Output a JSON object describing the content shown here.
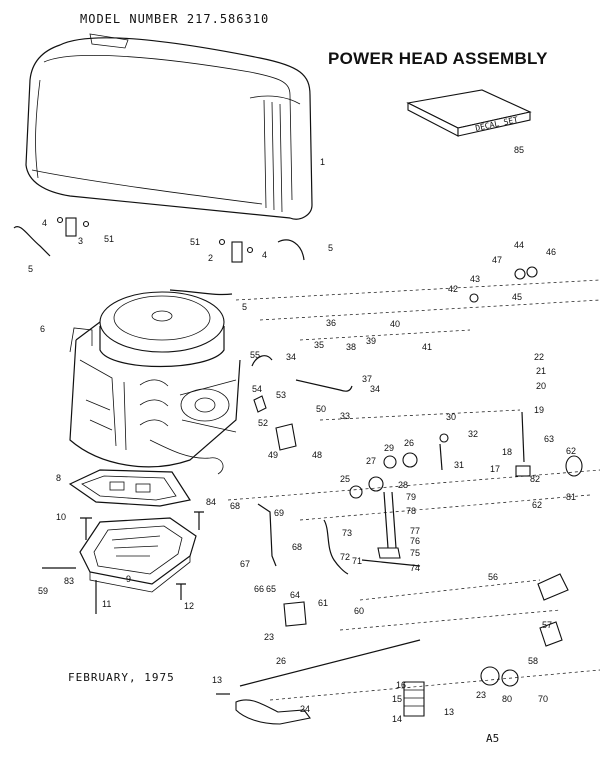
{
  "header": {
    "model_number": "MODEL NUMBER 217.586310",
    "title": "POWER HEAD ASSEMBLY",
    "date": "FEBRUARY, 1975",
    "page_code": "A5"
  },
  "decal_set": {
    "label": "DECAL SET",
    "part_number": "85"
  },
  "callouts": [
    "1",
    "2",
    "3",
    "4",
    "4",
    "5",
    "5",
    "5",
    "51",
    "51",
    "6",
    "8",
    "9",
    "10",
    "11",
    "12",
    "13",
    "13",
    "14",
    "15",
    "16",
    "17",
    "18",
    "19",
    "20",
    "21",
    "22",
    "23",
    "23",
    "24",
    "25",
    "26",
    "26",
    "27",
    "28",
    "29",
    "30",
    "31",
    "32",
    "33",
    "34",
    "34",
    "35",
    "36",
    "37",
    "38",
    "39",
    "40",
    "41",
    "42",
    "43",
    "44",
    "45",
    "46",
    "47",
    "48",
    "49",
    "50",
    "52",
    "53",
    "54",
    "55",
    "56",
    "57",
    "58",
    "59",
    "60",
    "61",
    "62",
    "62",
    "63",
    "64",
    "65",
    "66",
    "67",
    "68",
    "68",
    "69",
    "70",
    "71",
    "72",
    "73",
    "74",
    "75",
    "76",
    "77",
    "78",
    "79",
    "80",
    "81",
    "82",
    "83",
    "84",
    "85"
  ]
}
